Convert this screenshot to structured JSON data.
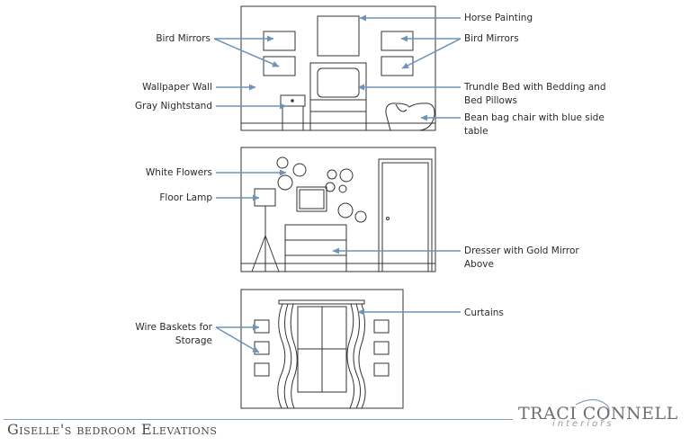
{
  "labels": {
    "horse_painting": "Horse Painting",
    "bird_mirrors_left": "Bird Mirrors",
    "bird_mirrors_right": "Bird Mirrors",
    "wallpaper_wall": "Wallpaper Wall",
    "gray_nightstand": "Gray Nightstand",
    "trundle_bed_line1": "Trundle Bed with Bedding and",
    "trundle_bed_line2": "Bed Pillows",
    "bean_bag_line1": "Bean bag chair with blue side",
    "bean_bag_line2": "table",
    "white_flowers": "White Flowers",
    "floor_lamp": "Floor Lamp",
    "dresser_line1": "Dresser with Gold Mirror",
    "dresser_line2": "Above",
    "curtains": "Curtains",
    "wire_baskets_line1": "Wire Baskets for",
    "wire_baskets_line2": "Storage"
  },
  "footer": {
    "title": "Giselle's bedroom Elevations",
    "brand_name": "TRACI CONNELL",
    "brand_sub": "interiors"
  },
  "colors": {
    "arrow": "#6f93b8",
    "line": "#333333",
    "footer_rule": "#8aa0b8"
  }
}
